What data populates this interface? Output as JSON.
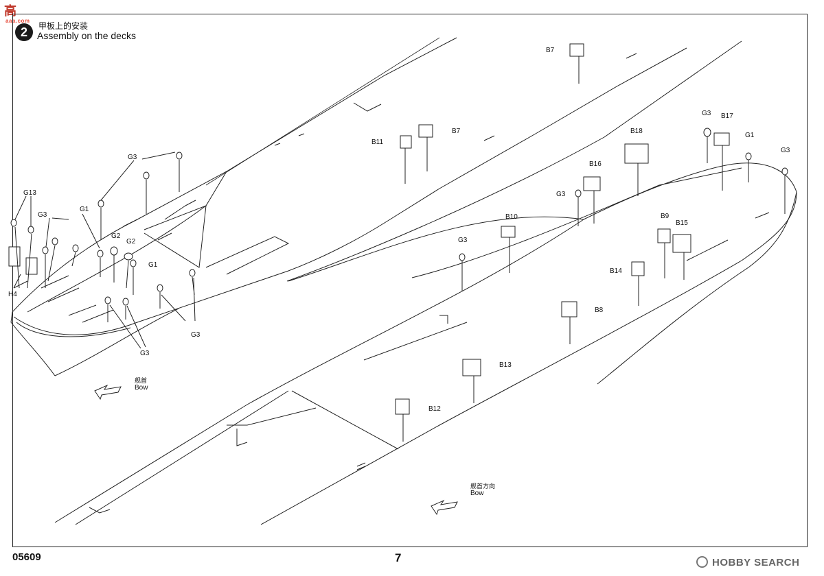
{
  "header": {
    "step_number": "2",
    "title_cn": "甲板上的安装",
    "title_en": "Assembly on the decks",
    "logo_text": "高",
    "logo_sub": "aaa.com"
  },
  "bow_markers": [
    {
      "cn": "舰首",
      "en": "Bow"
    },
    {
      "cn": "舰首方向",
      "en": "Bow"
    }
  ],
  "parts_fore": [
    {
      "label": "G13"
    },
    {
      "label": "G3"
    },
    {
      "label": "G1"
    },
    {
      "label": "G3"
    },
    {
      "label": "G2"
    },
    {
      "label": "G2"
    },
    {
      "label": "G1"
    },
    {
      "label": "H4"
    },
    {
      "label": "G3"
    },
    {
      "label": "G3"
    }
  ],
  "parts_aft": [
    {
      "label": "B7"
    },
    {
      "label": "B11"
    },
    {
      "label": "B7"
    },
    {
      "label": "G3"
    },
    {
      "label": "B17"
    },
    {
      "label": "G1"
    },
    {
      "label": "G3"
    },
    {
      "label": "B18"
    },
    {
      "label": "B16"
    },
    {
      "label": "G3"
    },
    {
      "label": "B10"
    },
    {
      "label": "G3"
    },
    {
      "label": "B9"
    },
    {
      "label": "B15"
    },
    {
      "label": "B14"
    },
    {
      "label": "B8"
    },
    {
      "label": "B13"
    },
    {
      "label": "B12"
    }
  ],
  "footer": {
    "code": "05609",
    "page": "7",
    "watermark": "HOBBY SEARCH"
  }
}
